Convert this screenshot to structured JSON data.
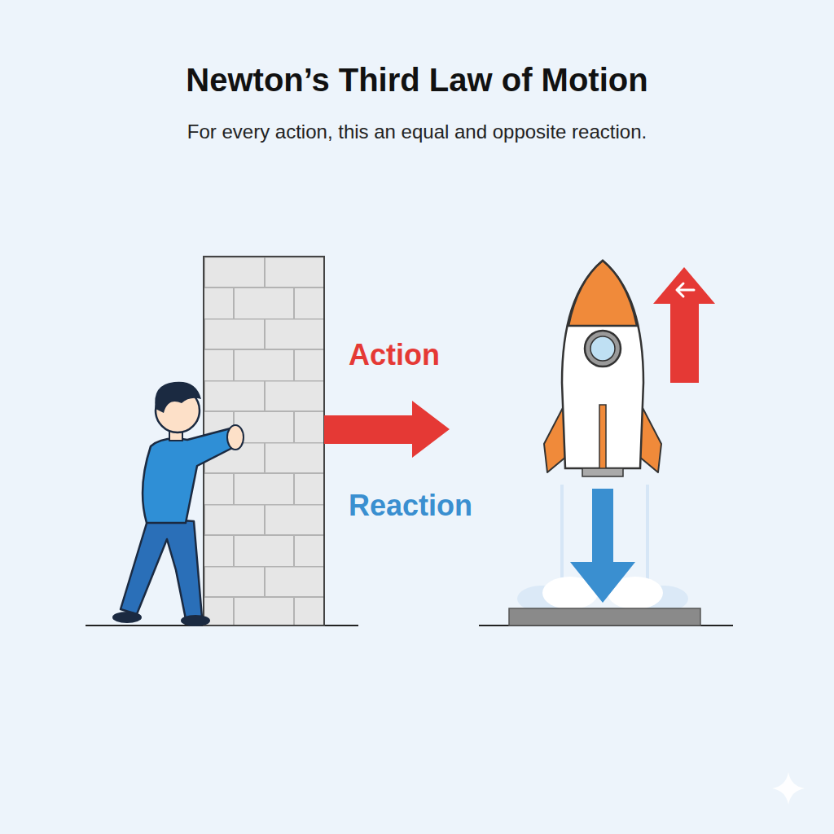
{
  "diagram": {
    "title": "Newton’s Third Law of Motion",
    "labels": [
      "For every action, this an equal and opposite reaction.",
      "Action",
      "Reaction"
    ]
  }
}
